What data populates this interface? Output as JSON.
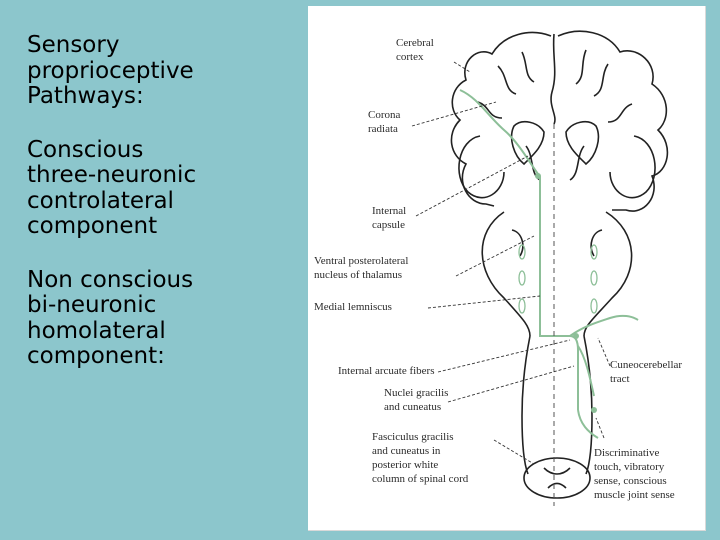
{
  "slide": {
    "title": "Sensory\nproprioceptive\nPathways:",
    "conscious": "Conscious\nthree-neuronic\ncontrolateral\ncomponent",
    "nonconscious": "Non conscious\nbi-neuronic\nhomolateral\ncomponent:"
  },
  "diagram": {
    "labels": {
      "cerebral_cortex": [
        "Cerebral",
        "cortex"
      ],
      "corona_radiata": [
        "Corona",
        "radiata"
      ],
      "internal_capsule": [
        "Internal",
        "capsule"
      ],
      "vpl_thalamus": [
        "Ventral posterolateral",
        "nucleus of thalamus"
      ],
      "medial_lemniscus": [
        "Medial lemniscus"
      ],
      "internal_arcuate": [
        "Internal arcuate fibers"
      ],
      "nuclei_gracilis": [
        "Nuclei gracilis",
        "and cuneatus"
      ],
      "fasciculus": [
        "Fasciculus gracilis",
        "and cuneatus in",
        "posterior white",
        "column of spinal cord"
      ],
      "cuneocerebellar": [
        "Cuneocerebellar",
        "tract"
      ],
      "discriminative": [
        "Discriminative",
        "touch, vibratory",
        "sense, conscious",
        "muscle joint sense"
      ]
    },
    "colors": {
      "pathway": "#8dbf98",
      "outline": "#222222",
      "leader": "#333333"
    }
  }
}
